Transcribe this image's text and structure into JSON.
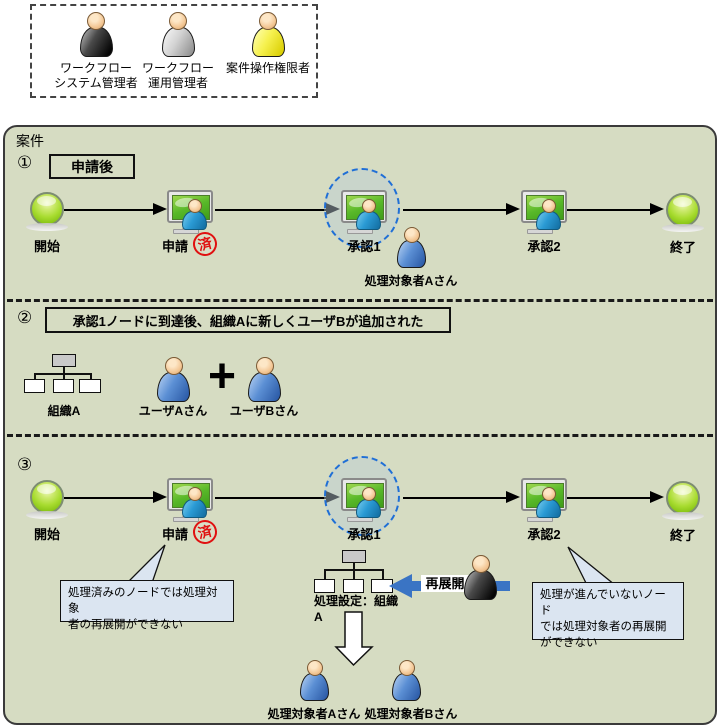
{
  "colors": {
    "panel_bg": "#d6dcc2",
    "callout_bg": "#dbe5f1",
    "stamp_red": "#e01010",
    "highlight_blue": "#1f6fd6",
    "redeploy_arrow_blue": "#3a74c4",
    "screen_green": "#58b829",
    "sphere_green": "#a8dc30"
  },
  "legend": {
    "items": [
      {
        "lines": [
          "ワークフロー",
          "システム管理者"
        ],
        "color": "black"
      },
      {
        "lines": [
          "ワークフロー",
          "運用管理者"
        ],
        "color": "gray"
      },
      {
        "lines": [
          "案件操作権限者"
        ],
        "color": "yellow"
      }
    ]
  },
  "panel": {
    "title": "案件"
  },
  "section1": {
    "number": "①",
    "caption": "申請後",
    "nodes": {
      "start": "開始",
      "apply": "申請",
      "approve1": "承認1",
      "approve2": "承認2",
      "end": "終了"
    },
    "stamp": "済",
    "target_user_a": "処理対象者Aさん"
  },
  "section2": {
    "number": "②",
    "caption": "承認1ノードに到達後、組織Aに新しくユーザBが追加された",
    "org_label": "組織A",
    "user_a": "ユーザAさん",
    "plus": "+",
    "user_b": "ユーザBさん"
  },
  "section3": {
    "number": "③",
    "nodes": {
      "start": "開始",
      "apply": "申請",
      "approve1": "承認1",
      "approve2": "承認2",
      "end": "終了"
    },
    "stamp": "済",
    "callout_left": [
      "処理済みのノードでは処理対象",
      "者の再展開ができない"
    ],
    "org_label": [
      "処理設定：組織",
      "A"
    ],
    "redeploy_label": "再展開",
    "callout_right": [
      "処理が進んでいないノード",
      "では処理対象者の再展開",
      "ができない"
    ],
    "target_user_a": "処理対象者Aさん",
    "target_user_b": "処理対象者Bさん"
  }
}
